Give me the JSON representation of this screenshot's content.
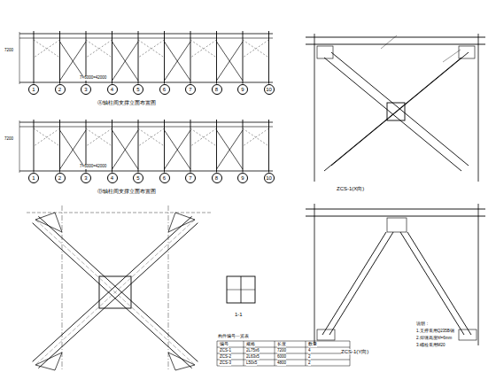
{
  "diagram": {
    "nodes": [
      {
        "text": [
          "1"
        ]
      },
      {
        "text": [
          "2"
        ]
      },
      {
        "text": [
          "3"
        ]
      },
      {
        "text": [
          "4"
        ]
      },
      {
        "text": [
          "5"
        ]
      },
      {
        "text": [
          "6"
        ]
      },
      {
        "text": [
          "7"
        ]
      },
      {
        "text": [
          "8"
        ]
      },
      {
        "text": [
          "9"
        ]
      },
      {
        "text": [
          "10"
        ]
      },
      {
        "text": [
          "1"
        ]
      },
      {
        "text": [
          "2"
        ]
      },
      {
        "text": [
          "3"
        ]
      },
      {
        "text": [
          "4"
        ]
      },
      {
        "text": [
          "5"
        ]
      },
      {
        "text": [
          "6"
        ]
      },
      {
        "text": [
          "7"
        ]
      },
      {
        "text": [
          "8"
        ]
      },
      {
        "text": [
          "9"
        ]
      },
      {
        "text": [
          "10"
        ]
      }
    ],
    "labels": [
      "Ⓐ轴柱间支撑立面布置图",
      "Ⓓ轴柱间支撑立面布置图",
      "ZCS-1(X向)",
      "ZCS-1(Y向)",
      "1-1",
      "构件编号一览表",
      "编号",
      "规格",
      "长度",
      "数量",
      "ZCS-1",
      "2L75x6",
      "7200",
      "4",
      "ZCS-2",
      "2L63x5",
      "6000",
      "2",
      "ZCS-3",
      "L50x5",
      "4800",
      "2",
      "7×6000=42000",
      "7×6000=42000",
      "7200",
      "7200",
      "说明：",
      "1.支撑采用Q235B钢",
      "2.焊缝高度hf=6mm",
      "3.螺栓采用M20"
    ]
  }
}
